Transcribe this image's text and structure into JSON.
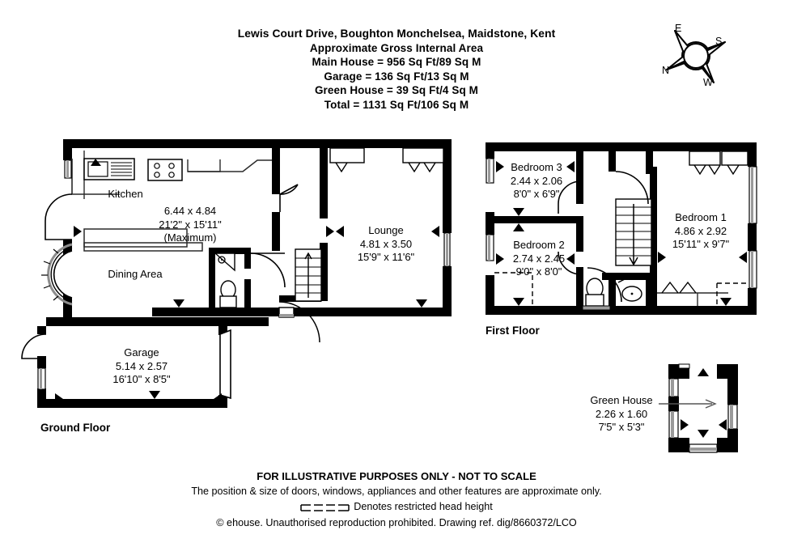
{
  "header": {
    "address": "Lewis Court Drive, Boughton Monchelsea, Maidstone, Kent",
    "area_title": "Approximate Gross Internal Area",
    "main_house": "Main House = 956 Sq Ft/89 Sq M",
    "garage": "Garage = 136 Sq Ft/13 Sq M",
    "green_house": "Green House = 39 Sq Ft/4 Sq M",
    "total": "Total = 1131 Sq Ft/106 Sq M"
  },
  "compass": {
    "name": "compass-rose",
    "east": "E",
    "south": "S",
    "north": "N",
    "west": "W"
  },
  "floors": {
    "ground_caption": "Ground Floor",
    "first_caption": "First Floor"
  },
  "rooms": {
    "kitchen": {
      "name": "Kitchen"
    },
    "main_living": {
      "metric": "6.44 x 4.84",
      "imperial": "21'2\" x 15'11\"",
      "note": "(Maximum)"
    },
    "dining": {
      "name": "Dining Area"
    },
    "lounge": {
      "name": "Lounge",
      "metric": "4.81 x 3.50",
      "imperial": "15'9\" x 11'6\""
    },
    "garage": {
      "name": "Garage",
      "metric": "5.14 x 2.57",
      "imperial": "16'10\" x 8'5\""
    },
    "bedroom3": {
      "name": "Bedroom 3",
      "metric": "2.44 x 2.06",
      "imperial": "8'0\" x 6'9\""
    },
    "bedroom2": {
      "name": "Bedroom 2",
      "metric": "2.74 x 2.45",
      "imperial": "9'0\" x 8'0\""
    },
    "bedroom1": {
      "name": "Bedroom 1",
      "metric": "4.86 x 2.92",
      "imperial": "15'11\" x 9'7\""
    },
    "green_house": {
      "name": "Green House",
      "metric": "2.26 x 1.60",
      "imperial": "7'5\" x 5'3\""
    }
  },
  "footer": {
    "disclaimer_main": "FOR ILLUSTRATIVE PURPOSES ONLY - NOT TO SCALE",
    "disclaimer_sub": "The position & size of doors, windows, appliances and other features are approximate only.",
    "head_height_note": "Denotes restricted head height",
    "copyright": "© ehouse. Unauthorised reproduction prohibited. Drawing ref. dig/8660372/LCO"
  },
  "colors": {
    "wall": "#000000",
    "background": "#ffffff",
    "glazing": "#9a9a9a",
    "thin_line": "#1a1a1a"
  }
}
